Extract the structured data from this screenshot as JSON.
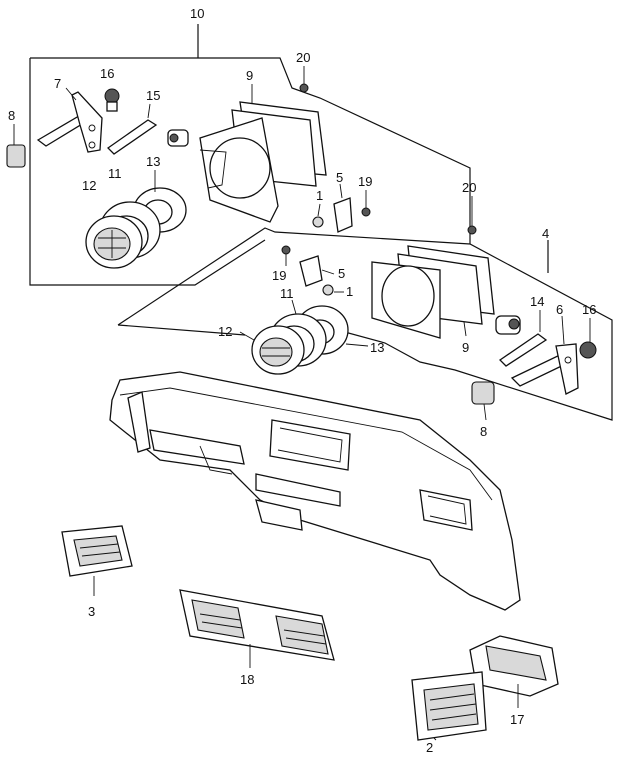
{
  "callouts": {
    "c10": "10",
    "c20a": "20",
    "c7": "7",
    "c16a": "16",
    "c9a": "9",
    "c15": "15",
    "c8a": "8",
    "c13a": "13",
    "c12a": "12",
    "c11a": "11",
    "c1a": "1",
    "c5a": "5",
    "c19a": "19",
    "c20b": "20",
    "c4": "4",
    "c11b": "11",
    "c19b": "19",
    "c5b": "5",
    "c1b": "1",
    "c14": "14",
    "c6": "6",
    "c16b": "16",
    "c12b": "12",
    "c13b": "13",
    "c9b": "9",
    "c8b": "8",
    "c3": "3",
    "c18": "18",
    "c17": "17",
    "c2": "2"
  }
}
